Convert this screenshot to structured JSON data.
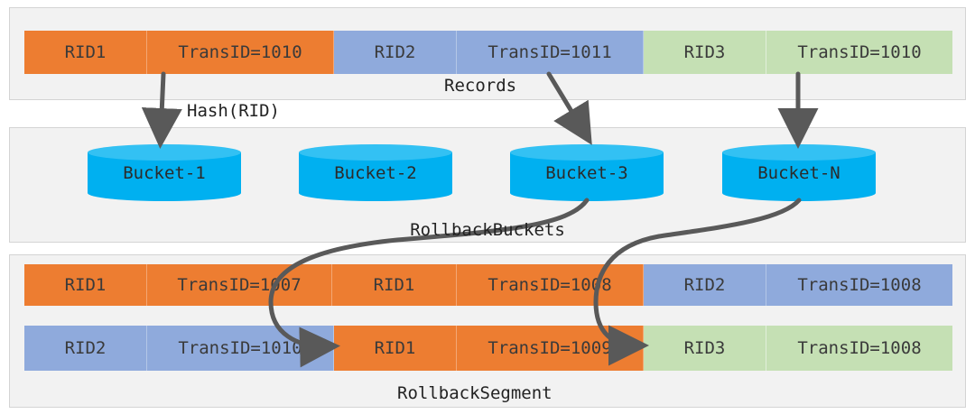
{
  "records": {
    "caption": "Records",
    "cells": [
      "RID1",
      "TransID=1010",
      "RID2",
      "TransID=1011",
      "RID3",
      "TransID=1010"
    ]
  },
  "hash_label": "Hash(RID)",
  "buckets": {
    "caption": "RollbackBuckets",
    "items": [
      "Bucket-1",
      "Bucket-2",
      "Bucket-3",
      "Bucket-N"
    ]
  },
  "segment": {
    "caption": "RollbackSegment",
    "row1": [
      "RID1",
      "TransID=1007",
      "RID1",
      "TransID=1008",
      "RID2",
      "TransID=1008"
    ],
    "row2": [
      "RID2",
      "TransID=1010",
      "RID1",
      "TransID=1009",
      "RID3",
      "TransID=1008"
    ]
  },
  "colors": {
    "orange": "#ed7d31",
    "blue": "#8faadc",
    "green": "#c5e0b4",
    "bucket": "#00b0f0",
    "arrow": "#595959"
  }
}
